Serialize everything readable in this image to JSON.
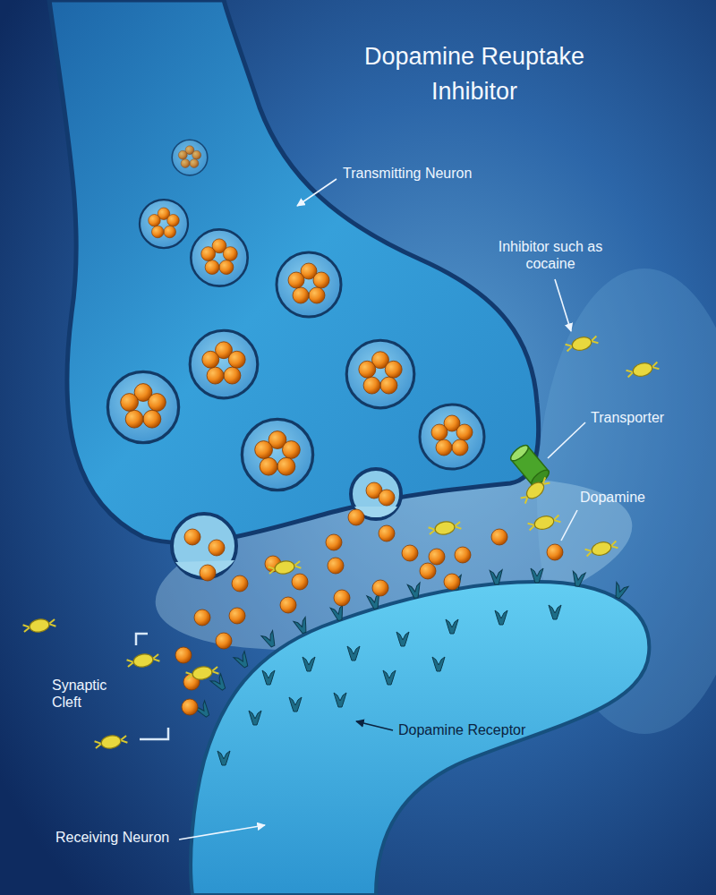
{
  "diagram": {
    "title": "Dopamine Reuptake Inhibitor",
    "labels": [
      "Transmitting Neuron",
      "Inhibitor such as cocaine",
      "Transporter",
      "Dopamine",
      "Synaptic Cleft",
      "Dopamine Receptor",
      "Receiving Neuron"
    ]
  }
}
